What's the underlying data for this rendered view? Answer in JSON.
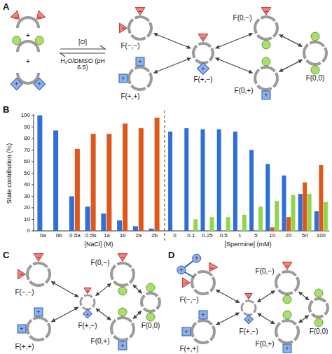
{
  "diagram": {
    "nodes": [
      {
        "text": [
          "F(−,−)"
        ]
      },
      {
        "text": [
          "F(+,+)"
        ]
      },
      {
        "text": [
          "F(+,−)"
        ]
      },
      {
        "text": [
          "F(0,−)"
        ]
      },
      {
        "text": [
          "F(0,+)"
        ]
      },
      {
        "text": [
          "F(0,0)"
        ]
      },
      {
        "text": [
          "F(−,−)"
        ]
      },
      {
        "text": [
          "F(+,+)"
        ]
      },
      {
        "text": [
          "F(+,−)"
        ]
      },
      {
        "text": [
          "F(0,−)"
        ]
      },
      {
        "text": [
          "F(0,+)"
        ]
      },
      {
        "text": [
          "F(0,0)"
        ]
      },
      {
        "text": [
          "F(−,−)"
        ]
      },
      {
        "text": [
          "F(+,+)"
        ]
      },
      {
        "text": [
          "F(+,−)"
        ]
      },
      {
        "text": [
          "F(0,−)"
        ]
      },
      {
        "text": [
          "F(0,+)"
        ]
      },
      {
        "text": [
          "F(0,0)"
        ]
      }
    ],
    "edges": [
      {
        "from": 0,
        "to": 2,
        "arrow": "both"
      },
      {
        "from": 1,
        "to": 2,
        "arrow": "both"
      },
      {
        "from": 2,
        "to": 3,
        "arrow": "both"
      },
      {
        "from": 2,
        "to": 4,
        "arrow": "both"
      },
      {
        "from": 3,
        "to": 5,
        "arrow": "both"
      },
      {
        "from": 4,
        "to": 5,
        "arrow": "both"
      },
      {
        "from": 6,
        "to": 8,
        "arrow": "both"
      },
      {
        "from": 7,
        "to": 8,
        "arrow": "both"
      },
      {
        "from": 8,
        "to": 9,
        "arrow": "both"
      },
      {
        "from": 8,
        "to": 10,
        "arrow": "both"
      },
      {
        "from": 9,
        "to": 11,
        "arrow": "both"
      },
      {
        "from": 10,
        "to": 11,
        "arrow": "both"
      },
      {
        "from": 12,
        "to": 14,
        "arrow": "both"
      },
      {
        "from": 13,
        "to": 14,
        "arrow": "both"
      },
      {
        "from": 14,
        "to": 15,
        "arrow": "both"
      },
      {
        "from": 14,
        "to": 16,
        "arrow": "both"
      },
      {
        "from": 15,
        "to": 17,
        "arrow": "both"
      },
      {
        "from": 16,
        "to": 17,
        "arrow": "both"
      }
    ],
    "labels": [
      "A",
      "B",
      "C",
      "D",
      "[O]",
      "H₂O/DMSO (pH 6.5)",
      "+",
      "+",
      "0",
      "10",
      "20",
      "30",
      "40",
      "50",
      "60",
      "70",
      "80",
      "90",
      "100",
      "0a",
      "0b",
      "0.5a",
      "0.5b",
      "1a",
      "1b",
      "2a",
      "2b",
      "0",
      "0.1",
      "0.25",
      "0.5",
      "1",
      "5",
      "10",
      "20",
      "50",
      "100",
      "[NaCl] (M)",
      "[Spermine] (mM)",
      "State contribution (%)",
      "−",
      "−",
      "+",
      "+",
      "−",
      "−",
      "+",
      "+",
      "−",
      "+",
      "−",
      "+",
      "−",
      "−",
      "+",
      "+",
      "−",
      "+",
      "−",
      "+",
      "−",
      "−",
      "+",
      "+",
      "+",
      "+",
      "−",
      "+",
      "−",
      "+"
    ]
  }
}
